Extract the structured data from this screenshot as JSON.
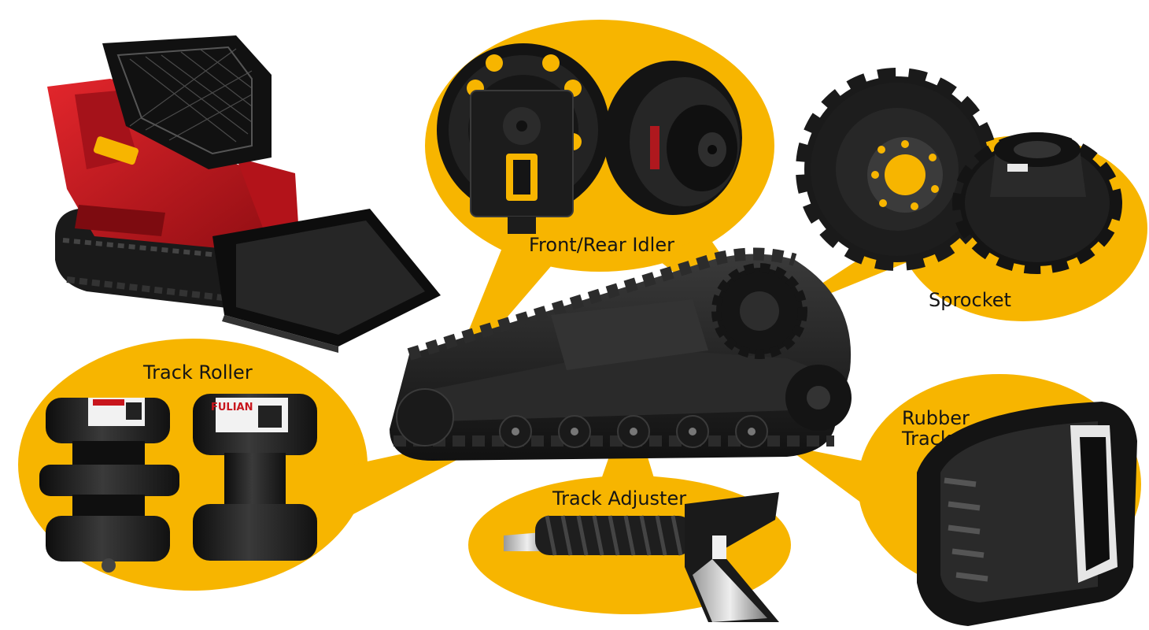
{
  "colors": {
    "bubble": "#f7b500",
    "dark": "#1b1b1b",
    "loader_red": "#c8161d"
  },
  "labels": {
    "idler": "Front/Rear Idler",
    "sprocket": "Sprocket",
    "track_roller": "Track Roller",
    "rubber_track_line1": "Rubber",
    "rubber_track_line2": "Track",
    "track_adjuster": "Track Adjuster"
  },
  "brand": {
    "roller_logo": "FULIAN"
  }
}
